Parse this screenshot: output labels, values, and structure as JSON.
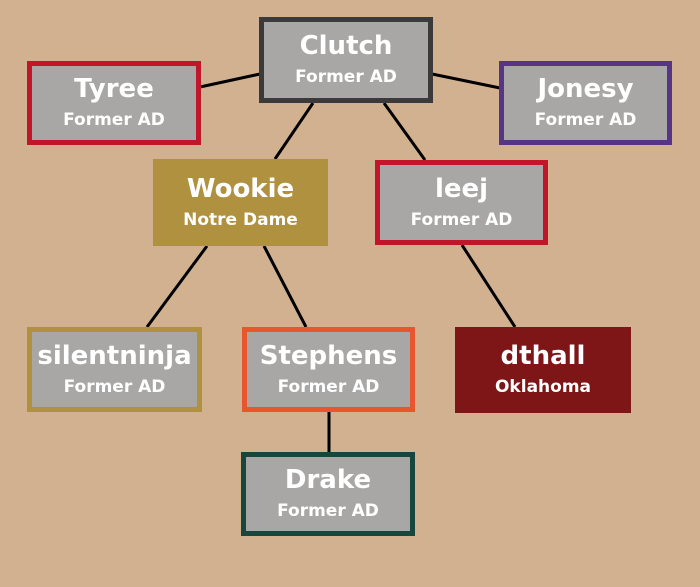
{
  "colors": {
    "background": "#d2b190",
    "box_fill": "#a8a7a6",
    "gold": "#b0913f",
    "crimson": "#c0162a",
    "orange": "#e8562e",
    "dark_red": "#7e1618",
    "green": "#17463d",
    "purple": "#563585",
    "charcoal": "#3a3a3a"
  },
  "nodes": {
    "clutch": {
      "name": "Clutch",
      "sub": "Former AD"
    },
    "tyree": {
      "name": "Tyree",
      "sub": "Former AD"
    },
    "jonesy": {
      "name": "Jonesy",
      "sub": "Former AD"
    },
    "wookie": {
      "name": "Wookie",
      "sub": "Notre Dame"
    },
    "leej": {
      "name": "leej",
      "sub": "Former AD"
    },
    "silentninja": {
      "name": "silentninja",
      "sub": "Former AD"
    },
    "stephens": {
      "name": "Stephens",
      "sub": "Former AD"
    },
    "dthall": {
      "name": "dthall",
      "sub": "Oklahoma"
    },
    "drake": {
      "name": "Drake",
      "sub": "Former AD"
    }
  }
}
